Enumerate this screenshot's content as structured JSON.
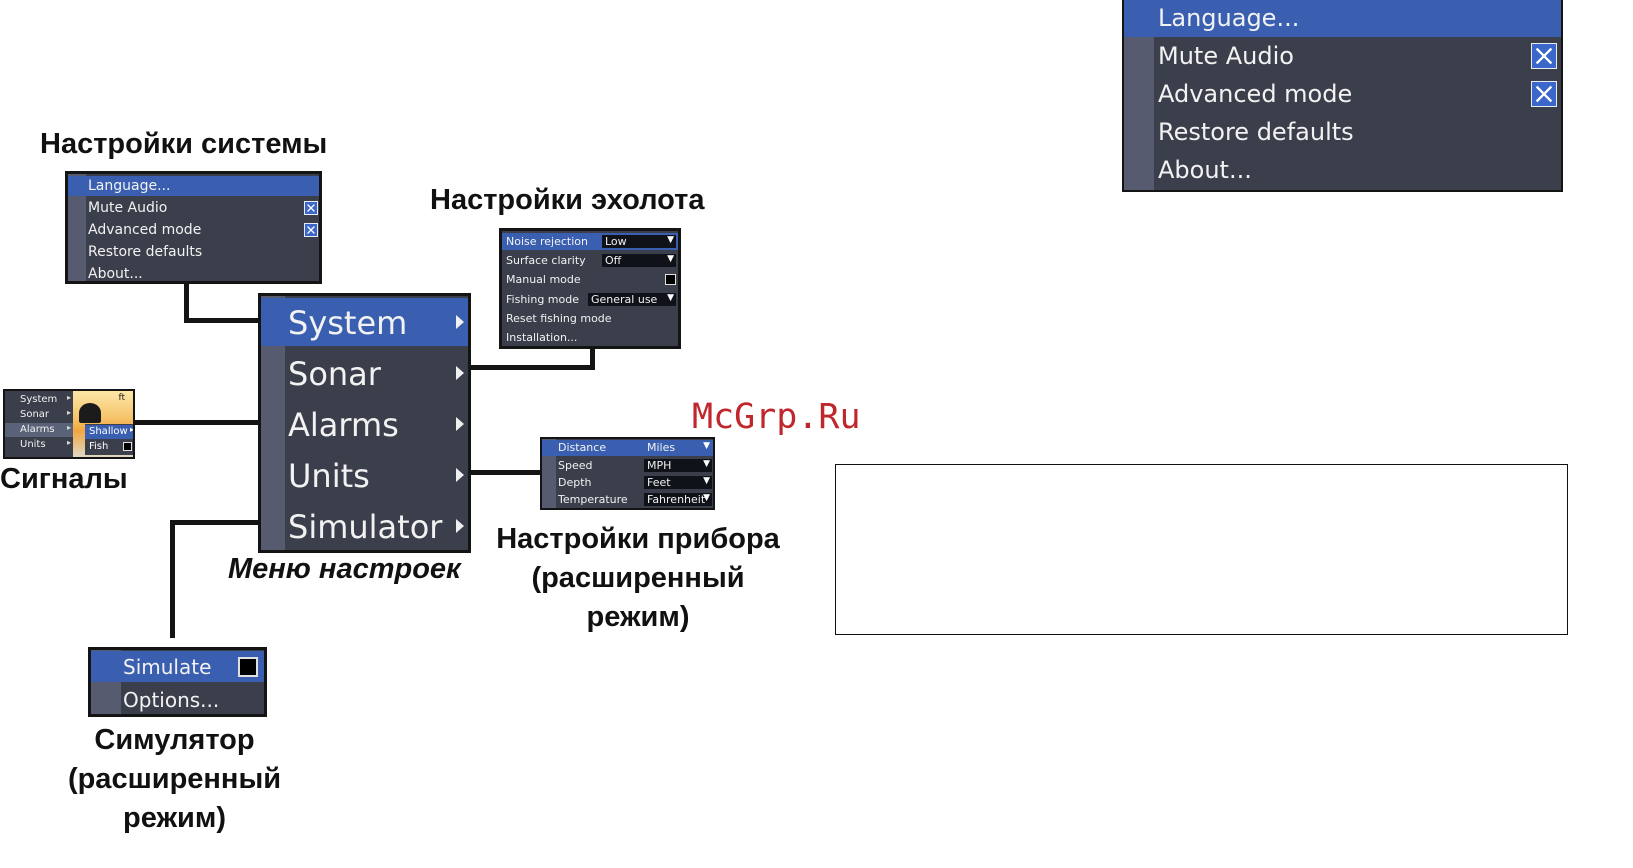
{
  "captions": {
    "system_settings": "Настройки системы",
    "sonar_settings": "Настройки эхолота",
    "alarms": "Сигналы",
    "settings_menu": "Меню настроек",
    "units_line1": "Настройки прибора",
    "units_line2": "(расширенный",
    "units_line3": "режим)",
    "sim_line1": "Симулятор",
    "sim_line2": "(расширенный",
    "sim_line3": "режим)"
  },
  "watermark": "McGrp.Ru",
  "system_menu": {
    "items": [
      {
        "label": "Language...",
        "selected": true
      },
      {
        "label": "Mute Audio",
        "checked": true
      },
      {
        "label": "Advanced mode",
        "checked": true
      },
      {
        "label": "Restore defaults"
      },
      {
        "label": "About..."
      }
    ]
  },
  "main_menu": {
    "items": [
      {
        "label": "System",
        "selected": true
      },
      {
        "label": "Sonar"
      },
      {
        "label": "Alarms"
      },
      {
        "label": "Units"
      },
      {
        "label": "Simulator"
      }
    ]
  },
  "sonar_menu": {
    "items": [
      {
        "label": "Noise rejection",
        "value": "Low",
        "selected": true
      },
      {
        "label": "Surface clarity",
        "value": "Off"
      },
      {
        "label": "Manual mode",
        "checked": false
      },
      {
        "label": "Fishing mode",
        "value": "General use"
      },
      {
        "label": "Reset fishing mode"
      },
      {
        "label": "Installation..."
      }
    ]
  },
  "alarms_mini": {
    "items": [
      "System",
      "Sonar",
      "Alarms",
      "Units"
    ],
    "unit": "ft",
    "sub_items": [
      "Shallow",
      "Fish"
    ]
  },
  "units_menu": {
    "items": [
      {
        "label": "Distance",
        "value": "Miles",
        "selected": true
      },
      {
        "label": "Speed",
        "value": "MPH"
      },
      {
        "label": "Depth",
        "value": "Feet"
      },
      {
        "label": "Temperature",
        "value": "Fahrenheit"
      }
    ]
  },
  "sim_menu": {
    "items": [
      {
        "label": "Simulate",
        "checked": false,
        "selected": true
      },
      {
        "label": "Options..."
      }
    ]
  },
  "colors": {
    "menu_bg": "#3b3f4b",
    "menu_strip": "#565b70",
    "selection": "#3a5fb0",
    "watermark": "#c0272d"
  }
}
